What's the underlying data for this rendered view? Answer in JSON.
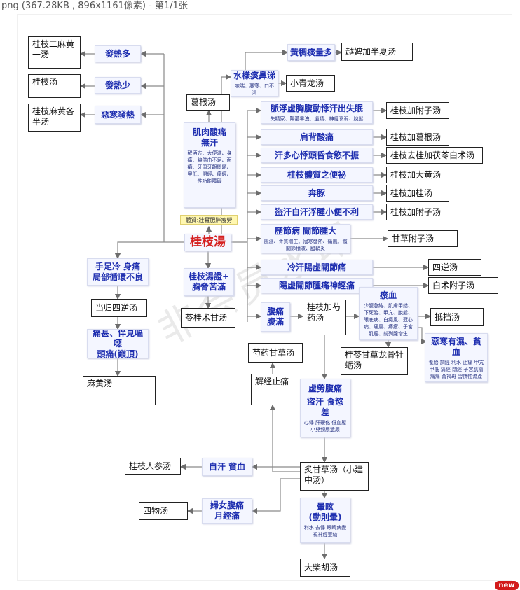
{
  "header": {
    "caption": "png (367.28KB , 896x1161像素) - 第1/1张"
  },
  "badge": "new",
  "watermark": "非会员水印",
  "nodes": {
    "t1": "桂枝二麻黄一汤",
    "t2": "桂枝汤",
    "t3": "桂枝麻黄各半汤",
    "fever_many": "發熱多",
    "fever_few": "發熱少",
    "chills_fever": "惡寒發熱",
    "gegen": "葛根汤",
    "muscle_title": "肌肉酸痛",
    "muscle_title2": "無汗",
    "muscle_sub": "醒酒方、大便溏、身痛、脇供血不足、面癱、牙周牙齦問題、甲低、閉經、痛經、性功能障礙",
    "constitution": "體質:壯實肥胖瘦勞",
    "guizhi_center": "桂枝湯",
    "phlegm_title": "水樣痰鼻涕",
    "phlegm_sub": "咳喘、惡寒、口不渴",
    "xiaoqinglong": "小青龙汤",
    "huangchou": "黃稠痰量多",
    "yuebi": "越婢加半夏汤",
    "r1": "脈浮虛胸腹動悸汗出失眠",
    "r1_sub": "失精家、陽萎早洩、遺精、神經衰弱、脫髮",
    "r2": "肩背酸痛",
    "r3": "汗多心悸頭昏食慾不振",
    "r4": "桂枝體質之便祕",
    "r5": "奔豚",
    "r6": "盜汗自汗浮腫小便不利",
    "rx1": "桂枝加附子汤",
    "rx2": "桂枝加葛根汤",
    "rx3": "桂枝去桂加茯苓白术汤",
    "rx4": "桂枝加大黄汤",
    "rx5": "桂枝加桂汤",
    "rx6": "桂枝加附子汤",
    "joint_title": "歷節病 關節腫大",
    "joint_sub": "風濕、骨質增生、冠寒發熱、痛風、髖關節積液、腱鞘炎",
    "gancao_fuzi": "甘草附子汤",
    "cold_sweat": "冷汗陽虛關節痛",
    "yang_def": "陽虛關節腫痛神經痛",
    "sini": "四逆汤",
    "baizhu_fuzi": "白术附子汤",
    "hands_cold": "手足冷 身痛",
    "hands_cold2": "局部循環不良",
    "danggui_sini": "当归四逆汤",
    "guizhi_zheng": "桂枝湯證+",
    "guizhi_zheng2": "胸脅苦滿",
    "linggui": "苓桂术甘汤",
    "headache": "痛甚、伴見嘔噁",
    "headache2": "頭痛(巔頂)",
    "mahuang": "麻黄汤",
    "abd_pain": "腹痛",
    "abd_pain2": "腹滿",
    "shaoyao": "桂枝加芍药汤",
    "stasis_title": "瘀血",
    "stasis_sub": "少腹急結、肌膚甲錯、下死胎、甲亢、脫髮、眼底病、白癜風、冠心病、痛風、痔瘡、子宮肌瘤、前列腺增生",
    "didang": "抵挡汤",
    "wet_cold": "惡寒有濕、貧血",
    "wet_cold_sub": "養胎 調經 利水 止痛 甲亢 甲低 痛經 閉經 子宮肌瘤 痛痛 黃褐斑 習慣性流產",
    "ling_long": "桂苓甘草龙骨牡蛎汤",
    "shaoyao_gancao": "芍药甘草汤",
    "jiejing": "解经止痛",
    "xulao": "虛勞腹痛",
    "xulao2": "盜汗 食慾差",
    "xulao_sub": "心悸 肝硬化 低血壓 小兒頻尿遺尿",
    "zizhi": "自汗  貧血",
    "renshen": "桂枝人参汤",
    "zhigancao": "炙甘草汤（小建中汤）",
    "women": "婦女腹痛",
    "women2": "月經痛",
    "siwu": "四物汤",
    "dizzy": "暈眩",
    "dizzy2": "(動則暈)",
    "dizzy_sub": "利水 去悸 眼睛病變 視神經萎縮",
    "dachaihu": "大柴胡汤"
  }
}
